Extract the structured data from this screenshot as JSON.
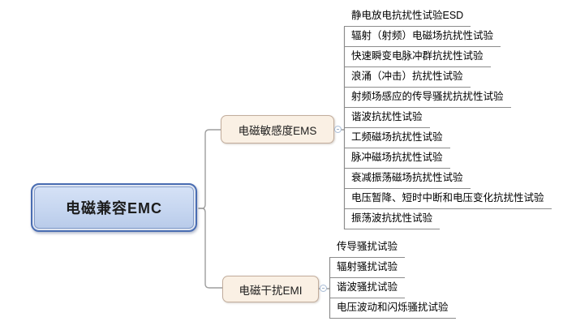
{
  "root": {
    "label": "电磁兼容EMC"
  },
  "branches": [
    {
      "label": "电磁敏感度EMS",
      "children": [
        "静电放电抗扰性试验ESD",
        "辐射（射频）电磁场抗扰性试验",
        "快速瞬变电脉冲群抗扰性试验",
        "浪涌（冲击）抗扰性试验",
        "射频场感应的传导骚扰抗扰性试验",
        "谐波抗扰性试验",
        "工频磁场抗扰性试验",
        "脉冲磁场抗扰性试验",
        "衰减振荡磁场抗扰性试验",
        "电压暂降、短时中断和电压变化抗扰性试验",
        "振荡波抗扰性试验"
      ]
    },
    {
      "label": "电磁干扰EMI",
      "children": [
        "传导骚扰试验",
        "辐射骚扰试验",
        "谐波骚扰试验",
        "电压波动和闪烁骚扰试验"
      ]
    }
  ],
  "colors": {
    "root_fill": "#c6d6f0",
    "root_border": "#4a6db2",
    "branch_fill": "#faf0e4",
    "branch_border": "#c2ad9c",
    "connector": "#9e9e9e",
    "underline": "#8c8c8c"
  }
}
